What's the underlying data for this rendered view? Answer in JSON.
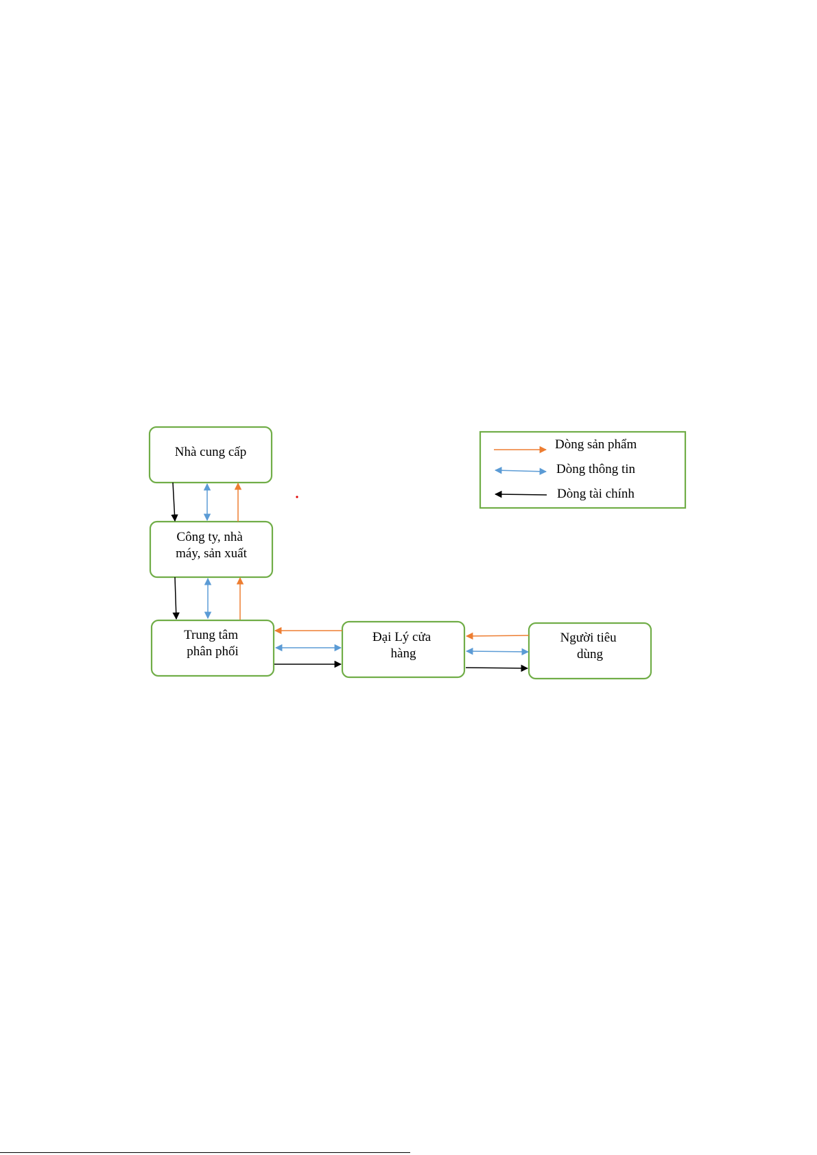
{
  "colors": {
    "box_border": "#70ad47",
    "product_flow": "#ed7d31",
    "information_flow": "#5b9bd5",
    "financial_flow": "#000000",
    "stray_mark": "#e00000"
  },
  "nodes": {
    "supplier": {
      "lines": [
        "Nhà cung cấp"
      ]
    },
    "manufacturer": {
      "lines": [
        "Công ty, nhà",
        "máy, sản xuất"
      ]
    },
    "distribution_center": {
      "lines": [
        "Trung tâm",
        "phân phối"
      ]
    },
    "retailer": {
      "lines": [
        "Đại Lý cửa",
        "hàng"
      ]
    },
    "consumer": {
      "lines": [
        "Người tiêu",
        "dùng"
      ]
    }
  },
  "legend": {
    "product_flow_label": "Dòng sản phẩm",
    "information_flow_label": "Dòng thông tin",
    "financial_flow_label": "Dòng tài chính"
  },
  "edges": [
    {
      "from": "supplier",
      "to": "manufacturer",
      "flow": "financial"
    },
    {
      "from": "supplier",
      "to": "manufacturer",
      "flow": "information"
    },
    {
      "from": "manufacturer",
      "to": "supplier",
      "flow": "product"
    },
    {
      "from": "manufacturer",
      "to": "distribution_center",
      "flow": "financial"
    },
    {
      "from": "manufacturer",
      "to": "distribution_center",
      "flow": "information"
    },
    {
      "from": "distribution_center",
      "to": "manufacturer",
      "flow": "product"
    },
    {
      "from": "retailer",
      "to": "distribution_center",
      "flow": "product"
    },
    {
      "from": "distribution_center",
      "to": "retailer",
      "flow": "information"
    },
    {
      "from": "distribution_center",
      "to": "retailer",
      "flow": "financial"
    },
    {
      "from": "consumer",
      "to": "retailer",
      "flow": "product"
    },
    {
      "from": "retailer",
      "to": "consumer",
      "flow": "information"
    },
    {
      "from": "retailer",
      "to": "consumer",
      "flow": "financial"
    }
  ]
}
